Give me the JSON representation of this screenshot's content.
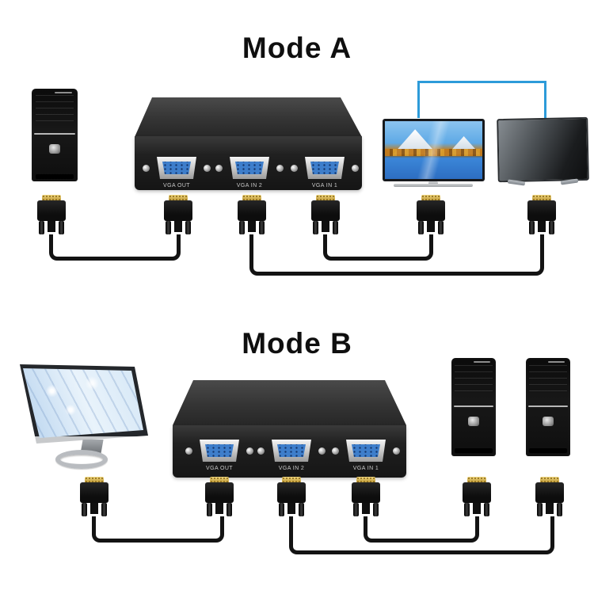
{
  "mode_a": {
    "title": "Mode A",
    "switch": {
      "ports": [
        "VGA OUT",
        "VGA IN 2",
        "VGA IN 1"
      ]
    }
  },
  "mode_b": {
    "title": "Mode B",
    "switch": {
      "ports": [
        "VGA OUT",
        "VGA IN 2",
        "VGA IN 1"
      ]
    }
  },
  "colors": {
    "background": "#ffffff",
    "title_text": "#0f0f0f",
    "link_bracket_blue": "#2D9BD9",
    "port_insert_blue": "#3E7ECB",
    "connector_gold": "#D4B24A",
    "cable_black": "#131313",
    "box_black": "#202020"
  }
}
